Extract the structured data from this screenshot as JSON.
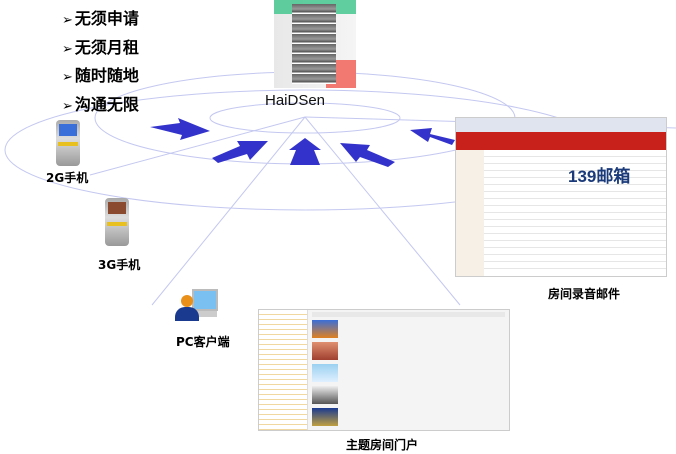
{
  "features": [
    "无须申请",
    "无须月租",
    "随时随地",
    "沟通无限"
  ],
  "feature_marker": "➢",
  "hub": {
    "label": "HaiDSen"
  },
  "devices": {
    "phone_2g": "2G手机",
    "phone_3g": "3G手机",
    "pc_client": "PC客户端",
    "mail": "房间录音邮件",
    "portal": "主题房间门户"
  },
  "mail_logo": "139邮箱",
  "colors": {
    "arrow": "#3333cc",
    "line": "#c0c4f0",
    "mail_red": "#c8201a"
  }
}
